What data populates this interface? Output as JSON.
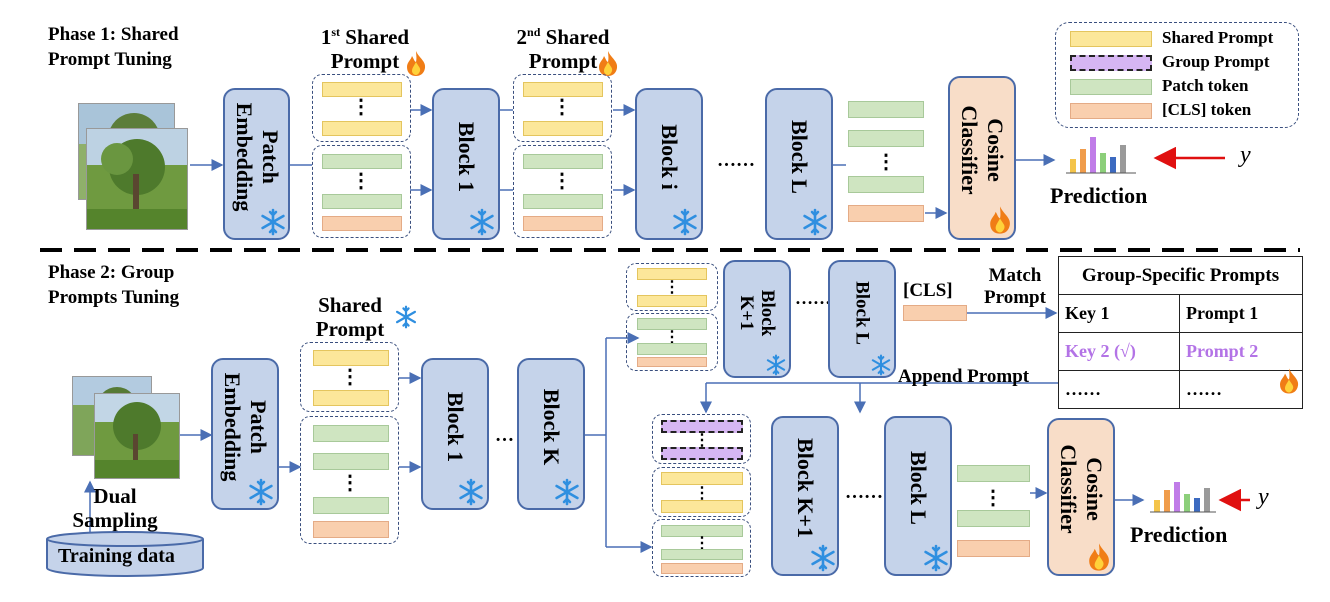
{
  "phase1": {
    "title": "Phase 1: Shared Prompt Tuning",
    "title_line1": "Phase 1: Shared",
    "title_line2": "Prompt Tuning",
    "shared_prompt_1_line1": "1",
    "shared_prompt_1_sup": "st",
    "shared_prompt_1_rest": " Shared",
    "shared_prompt_1_line2": "Prompt",
    "shared_prompt_2_line1": "2",
    "shared_prompt_2_sup": "nd",
    "shared_prompt_2_rest": " Shared",
    "shared_prompt_2_line2": "Prompt",
    "patch_embedding_line1": "Patch",
    "patch_embedding_line2": "Embedding",
    "block_1": "Block 1",
    "block_i": "Block i",
    "block_L": "Block L",
    "ellipsis": "……",
    "cosine_line1": "Cosine",
    "cosine_line2": "Classifier",
    "prediction": "Prediction",
    "y": "y"
  },
  "legend": {
    "items": [
      {
        "label": "Shared Prompt",
        "color": "#fce79a"
      },
      {
        "label": "Group Prompt",
        "color": "#d6b6f2"
      },
      {
        "label": "Patch token",
        "color": "#cfe5c1"
      },
      {
        "label": "[CLS] token",
        "color": "#f9cfae"
      }
    ]
  },
  "phase2": {
    "title_line1": "Phase 2: Group",
    "title_line2": "Prompts Tuning",
    "shared_prompt_line1": "Shared",
    "shared_prompt_line2": "Prompt",
    "patch_embedding_line1": "Patch",
    "patch_embedding_line2": "Embedding",
    "block_1": "Block 1",
    "block_K": "Block K",
    "block_K1_top_line1": "Block",
    "block_K1_top_line2": "K+1",
    "block_L_top": "Block L",
    "block_K1_bottom": "Block K+1",
    "block_L_bottom": "Block L",
    "ellipsis_short": "…",
    "ellipsis": "……",
    "cls": "[CLS]",
    "match_prompt_line1": "Match",
    "match_prompt_line2": "Prompt",
    "append_prompt": "Append Prompt",
    "dual_sampling_line1": "Dual",
    "dual_sampling_line2": "Sampling",
    "training_data": "Training data",
    "cosine_line1": "Cosine",
    "cosine_line2": "Classifier",
    "prediction": "Prediction",
    "y": "y"
  },
  "group_table": {
    "header": "Group-Specific Prompts",
    "rows": [
      {
        "key": "Key 1",
        "prompt": "Prompt 1"
      },
      {
        "key": "Key 2 (√)",
        "prompt": "Prompt 2"
      },
      {
        "key": "……",
        "prompt": "……"
      }
    ]
  },
  "colors": {
    "block_fill": "#c5d3ea",
    "block_border": "#4a6aa8",
    "classifier_fill": "#f8ddc8",
    "arrow": "#4a6fb5",
    "target_arrow": "#e01010",
    "highlight": "#b373e6"
  },
  "icons": [
    "snowflake-icon",
    "fire-icon",
    "bar-chart-icon",
    "photo-icon",
    "database-icon"
  ]
}
